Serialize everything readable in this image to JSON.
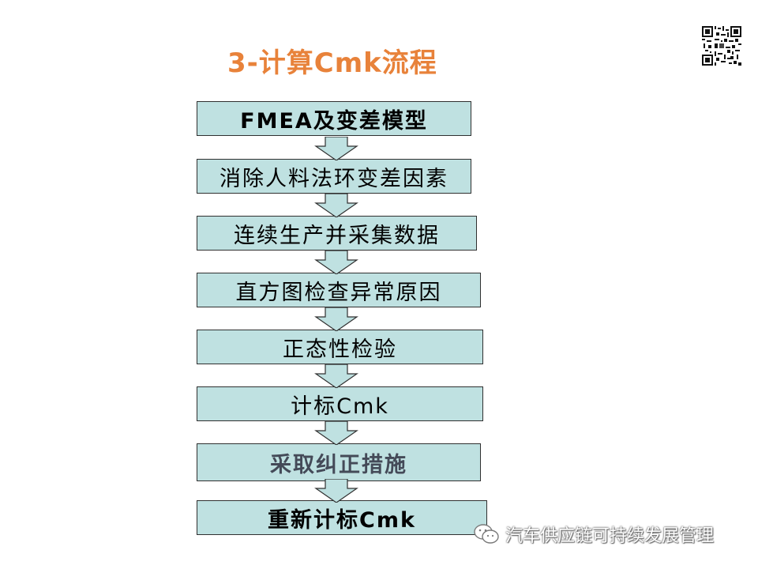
{
  "slide": {
    "title": "3-计算Cmk流程",
    "steps": [
      {
        "label": "FMEA及变差模型"
      },
      {
        "label": "消除人料法环变差因素"
      },
      {
        "label": "连续生产并采集数据"
      },
      {
        "label": "直方图检查异常原因"
      },
      {
        "label": "正态性检验"
      },
      {
        "label": "计标Cmk"
      },
      {
        "label": "采取纠正措施"
      },
      {
        "label": "重新计标Cmk"
      }
    ],
    "watermark": "汽车供应链可持续发展管理"
  },
  "colors": {
    "title": "#e8823a",
    "box_fill": "#bfe1e1",
    "box_border": "#303030",
    "arrow_fill": "#bfe1e1"
  },
  "icons": {
    "qr": "qr-code-icon",
    "arrow": "down-arrow-icon",
    "watermark": "wechat-icon"
  }
}
